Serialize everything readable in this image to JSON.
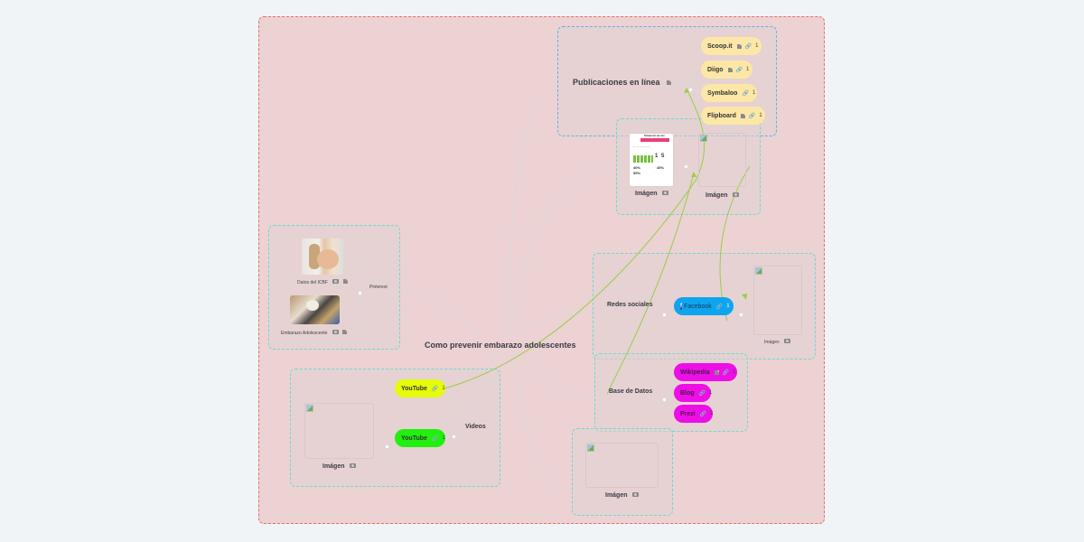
{
  "central_topic": "Como prevenir embarazo adolescentes",
  "branches": {
    "publicaciones": {
      "label": "Publicaciones en línea",
      "items": [
        {
          "label": "Scoop.it",
          "links": "1",
          "has_note": true
        },
        {
          "label": "Diigo",
          "links": "1",
          "has_note": true
        },
        {
          "label": "Symbaloo",
          "links": "1",
          "has_note": false
        },
        {
          "label": "Flipboard",
          "links": "1",
          "has_note": true
        }
      ]
    },
    "imagenes_top": {
      "items": [
        {
          "label": "Imágen",
          "infographic": {
            "title": "Situación de las",
            "big1": "1",
            "big2": "5",
            "pct1": "40%",
            "pct2": "55%",
            "pct3": "45%"
          }
        },
        {
          "label": "Imágen"
        }
      ]
    },
    "pinterest": {
      "label": "Pinterest",
      "items": [
        {
          "label": "Datos del ICBF"
        },
        {
          "label": "Embarazo Adolescente"
        }
      ]
    },
    "redes": {
      "label": "Redes sociales",
      "items": [
        {
          "label": "Facebook",
          "links": "1"
        }
      ],
      "image": {
        "label": "Imágen"
      }
    },
    "base_datos": {
      "label": "Base de Datos",
      "items": [
        {
          "label": "Wikipedia",
          "links": "1",
          "has_note": true
        },
        {
          "label": "Blog",
          "links": "1",
          "has_note": false
        },
        {
          "label": "Prezi",
          "links": "1",
          "has_note": false
        }
      ]
    },
    "videos": {
      "label": "Videos",
      "items": [
        {
          "label": "YouTube",
          "links": "1",
          "color": "#e5fc0b"
        },
        {
          "label": "YouTube",
          "links": "1",
          "color": "#21ef0e"
        }
      ],
      "image": {
        "label": "Imágen"
      }
    },
    "imagen_bottom": {
      "label": "Imágen"
    }
  },
  "colors": {
    "canvas": "#ecd2d3",
    "canvas_border": "#e0716e",
    "group_border": "#72d8d0",
    "group_border_blue": "#5fb3e6",
    "yellow_topic": "#fde7a6",
    "facebook": "#0ea5ee",
    "magenta": "#ee0ee6",
    "lime": "#e5fc0b",
    "green": "#21ef0e",
    "relation_line": "#9acd4a"
  }
}
